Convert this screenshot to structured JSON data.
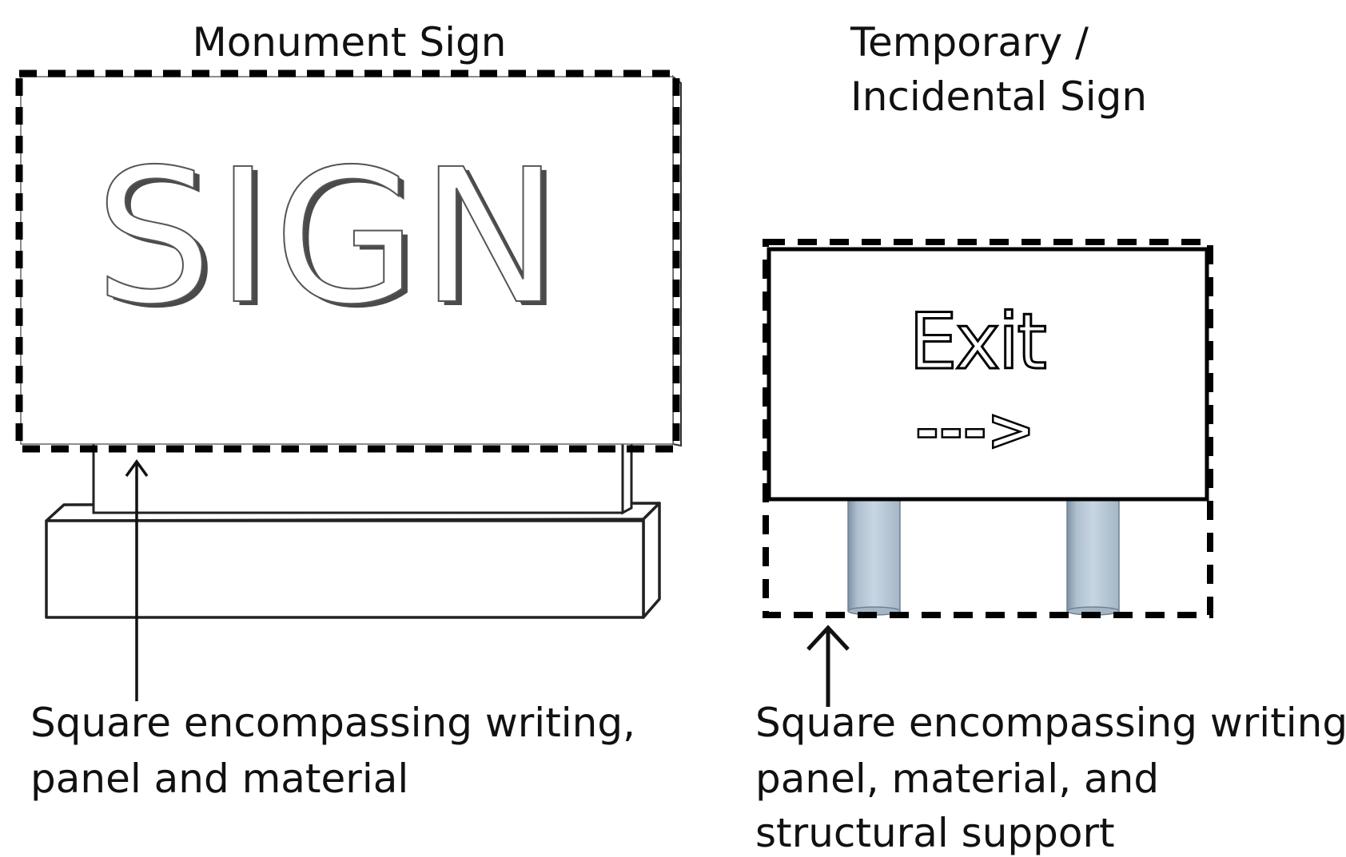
{
  "monument": {
    "title": "Monument Sign",
    "sign_text": "SIGN",
    "caption_line1": "Square encompassing writing,",
    "caption_line2": "panel and material"
  },
  "temporary": {
    "title_line1": "Temporary /",
    "title_line2": "Incidental Sign",
    "sign_text": "Exit",
    "arrow_text": "--->",
    "caption_line1": "Square encompassing writing,",
    "caption_line2": "panel, material, and",
    "caption_line3": "structural support"
  }
}
